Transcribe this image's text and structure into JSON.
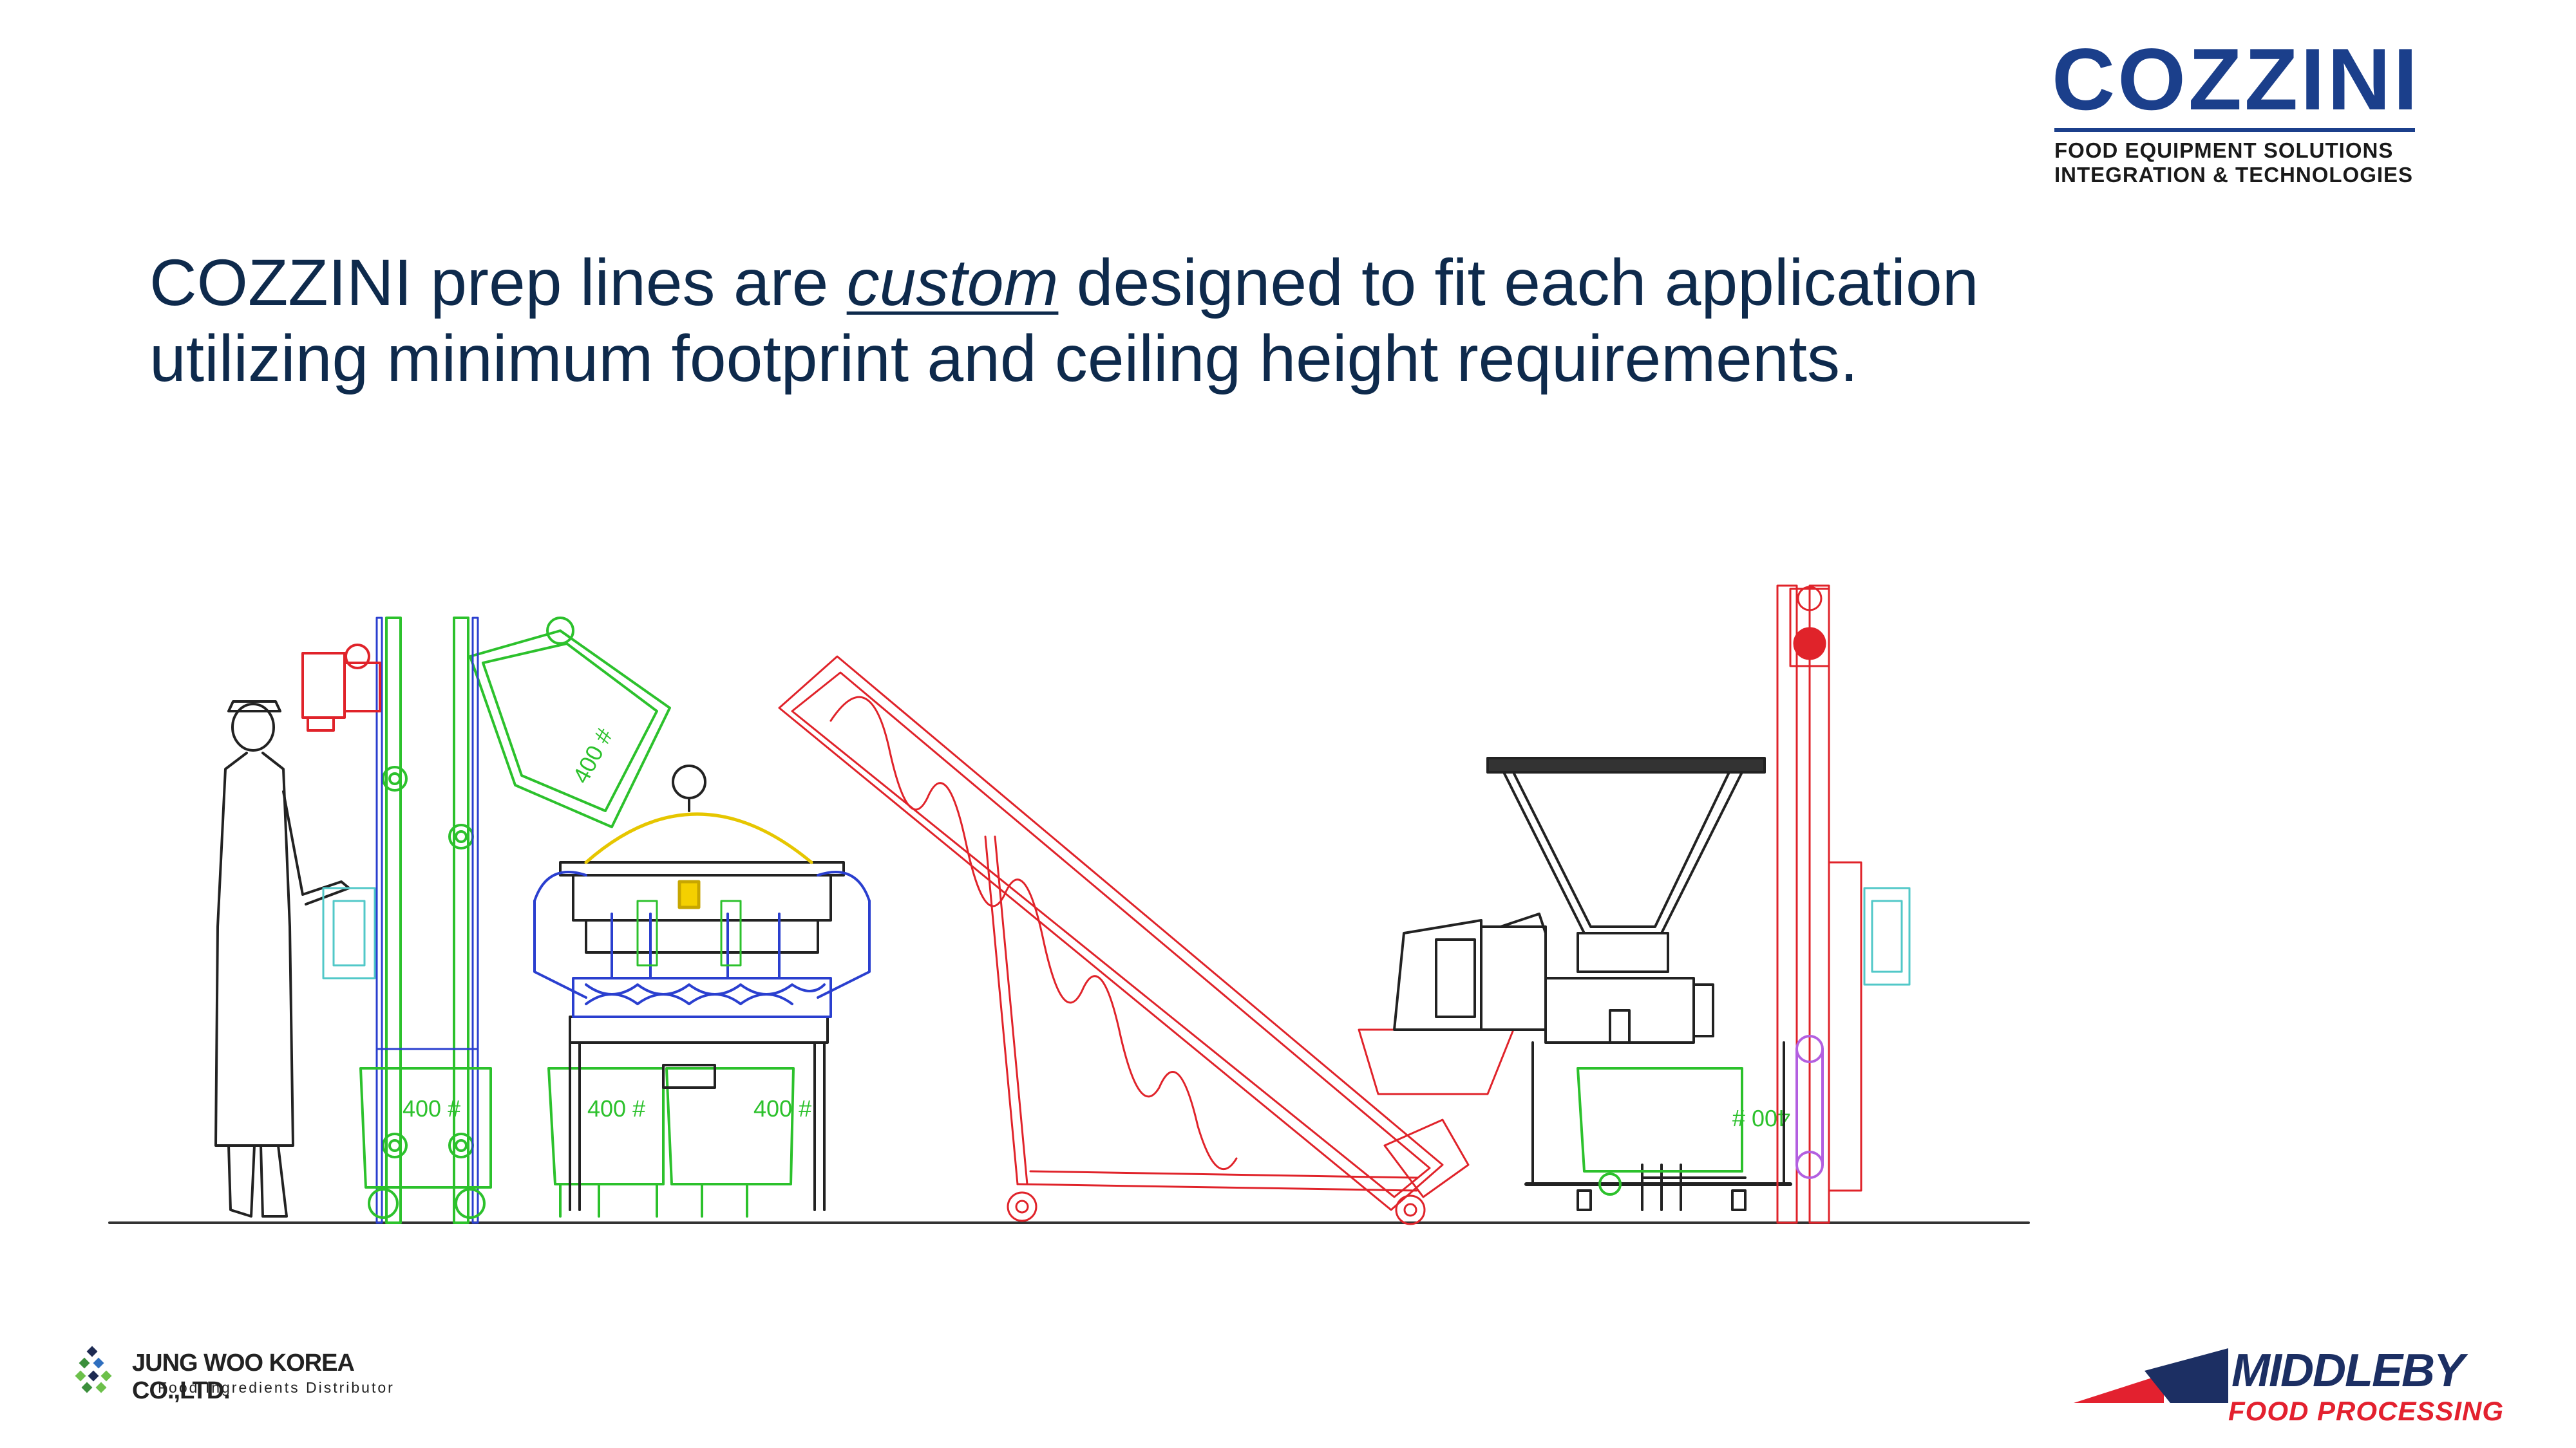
{
  "brand": {
    "name": "COZZINI",
    "tagline_line1": "FOOD EQUIPMENT SOLUTIONS",
    "tagline_line2": "INTEGRATION & TECHNOLOGIES",
    "color": "#1b3f8b"
  },
  "headline": {
    "part1": "COZZINI prep lines are ",
    "emphasis": "custom",
    "part2": " designed to fit each application",
    "line2": "utilizing minimum footprint and ceiling height requirements.",
    "color": "#0e2a4c"
  },
  "drawing": {
    "bin_labels": [
      "400 #",
      "400 #",
      "400 #",
      "400 #",
      "400 #"
    ],
    "colors": {
      "green": "#2cc12c",
      "blue": "#2a3fcf",
      "red": "#e0232a",
      "black": "#222222",
      "purple": "#b35fe0",
      "cyan": "#52c8c8"
    }
  },
  "footer": {
    "left_company": "JUNG WOO KOREA CO.,LTD.",
    "left_sub": "Food Ingredients Distributor",
    "right_company": "MIDDLEBY",
    "right_sub": "FOOD PROCESSING",
    "right_colors": {
      "navy": "#1c2f63",
      "red": "#e3212f"
    }
  }
}
